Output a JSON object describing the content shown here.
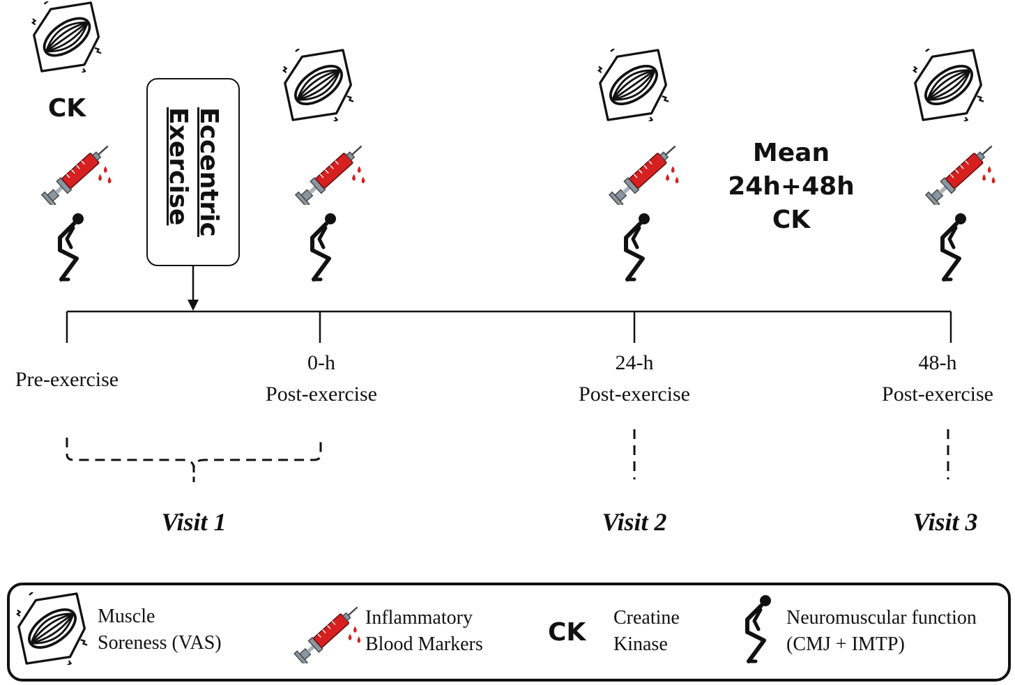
{
  "timeline": {
    "ticks": [
      {
        "line1": "",
        "line2": "Pre-exercise"
      },
      {
        "line1": "0-h",
        "line2": "Post-exercise"
      },
      {
        "line1": "24-h",
        "line2": "Post-exercise"
      },
      {
        "line1": "48-h",
        "line2": "Post-exercise"
      }
    ],
    "visits": [
      "Visit 1",
      "Visit 2",
      "Visit 3"
    ]
  },
  "intervention": {
    "line1": "Eccentric",
    "line2": "Exercise"
  },
  "labels": {
    "ck_pre": "CK",
    "mean_line1": "Mean",
    "mean_line2": "24h+48h",
    "mean_line3": "CK"
  },
  "legend": {
    "soreness": {
      "icon": "muscle-icon",
      "line1": "Muscle",
      "line2": "Soreness (VAS)"
    },
    "blood": {
      "icon": "syringe-icon",
      "line1": "Inflammatory",
      "line2": "Blood Markers"
    },
    "ck": {
      "abbr": "CK",
      "line1": "Creatine",
      "line2": "Kinase"
    },
    "neuro": {
      "icon": "jumper-icon",
      "line1": "Neuromuscular function",
      "line2": "(CMJ + IMTP)"
    }
  },
  "colors": {
    "syringe": "#d62020",
    "blood": "#d62020",
    "steel": "#8a96a0",
    "ink": "#111111"
  }
}
